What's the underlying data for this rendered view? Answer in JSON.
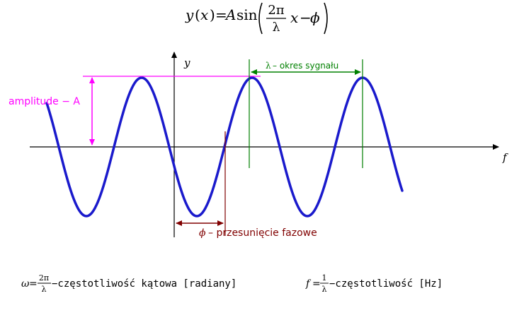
{
  "formula": {
    "y": "y",
    "x_arg": "x",
    "equals": "=",
    "A": "A",
    "sin": "sin",
    "two_pi": "2π",
    "lambda": "λ",
    "x": "x",
    "minus": "−",
    "phi": "ϕ"
  },
  "axes": {
    "y_label": "y",
    "x_label": "f"
  },
  "labels": {
    "amplitude": "amplitude − A",
    "period_symbol": "λ",
    "period_text": "– okres sygnału",
    "phase_symbol": "ϕ",
    "phase_text": "– przesunięcie fazowe"
  },
  "footer": {
    "omega": "ω",
    "eq": "=",
    "two_pi": "2π",
    "lambda": "λ",
    "omega_text": "−częstotliwość kątowa [radiany]",
    "f": "f",
    "one": "1",
    "f_text": "−częstotliwość [Hz]"
  },
  "colors": {
    "wave": "#1a1acc",
    "amplitude": "#ff00ff",
    "period": "#008000",
    "phase": "#800000",
    "axis": "#000000"
  }
}
